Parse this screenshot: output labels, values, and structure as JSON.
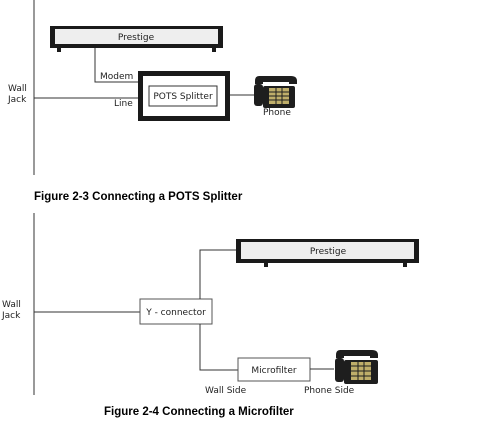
{
  "figure_1": {
    "device_label": "Prestige",
    "splitter_label": "POTS Splitter",
    "port_modem": "Modem",
    "port_line": "Line",
    "wall_jack_line1": "Wall",
    "wall_jack_line2": "Jack",
    "phone_label": "Phone",
    "caption": "Figure 2-3 Connecting a POTS Splitter"
  },
  "figure_2": {
    "device_label": "Prestige",
    "y_connector_label": "Y - connector",
    "microfilter_label": "Microfilter",
    "wall_side_label": "Wall Side",
    "phone_side_label": "Phone Side",
    "wall_jack_line1": "Wall",
    "wall_jack_line2": "Jack",
    "caption": "Figure 2-4 Connecting a Microfilter"
  },
  "colors": {
    "device_fill": "#eeeeee",
    "device_border": "#1a1a1a",
    "phone_body": "#1e1e1e",
    "phone_keypad": "#bfae6a"
  },
  "icons": [
    "phone-icon",
    "phone-icon"
  ]
}
